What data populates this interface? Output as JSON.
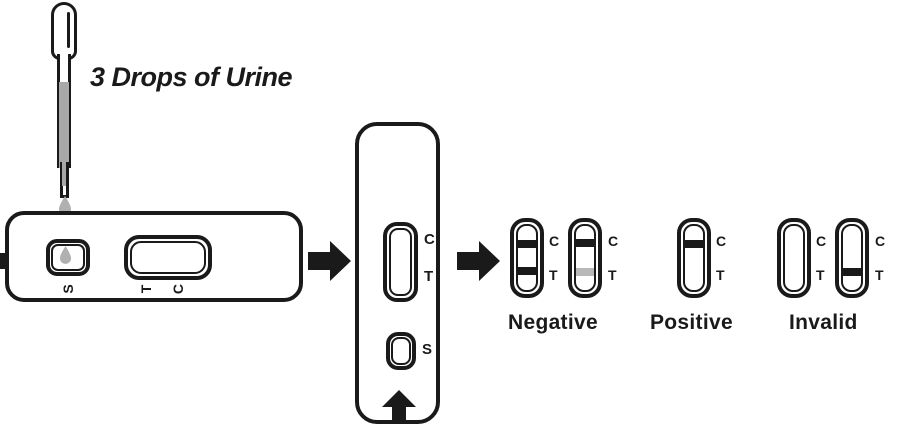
{
  "page": {
    "title": "Urine Rapid Test Cassette Instructions",
    "background": "#ffffff",
    "ink": "#1a1a1a",
    "liquid_gray": "#a9a9a9",
    "faint_band_gray": "#b8b8b8"
  },
  "step1": {
    "name": "add-sample",
    "instruction": "3 Drops of Urine",
    "pipette": {
      "name": "transfer-pipette",
      "drop_count": 3
    },
    "cassette": {
      "orientation": "horizontal",
      "sample_well_label": "S",
      "window_labels": [
        "T",
        "C"
      ]
    },
    "arrow_in": "➤",
    "arrow_out": "➤"
  },
  "step2": {
    "name": "read-cassette",
    "cassette": {
      "orientation": "vertical",
      "window_labels": {
        "control": "C",
        "test": "T"
      },
      "sample_well_label": "S",
      "bottom_arrow": "⬆"
    },
    "arrow_out": "➤"
  },
  "results": {
    "name": "interpretation-key",
    "groups": [
      {
        "label": "Negative",
        "windows": [
          {
            "control_band": "dark",
            "test_band": "dark"
          },
          {
            "control_band": "dark",
            "test_band": "faint"
          }
        ],
        "ct_labels": {
          "control": "C",
          "test": "T"
        }
      },
      {
        "label": "Positive",
        "windows": [
          {
            "control_band": "dark",
            "test_band": "none"
          }
        ],
        "ct_labels": {
          "control": "C",
          "test": "T"
        }
      },
      {
        "label": "Invalid",
        "windows": [
          {
            "control_band": "none",
            "test_band": "none"
          },
          {
            "control_band": "none",
            "test_band": "dark"
          }
        ],
        "ct_labels": {
          "control": "C",
          "test": "T"
        }
      }
    ]
  }
}
